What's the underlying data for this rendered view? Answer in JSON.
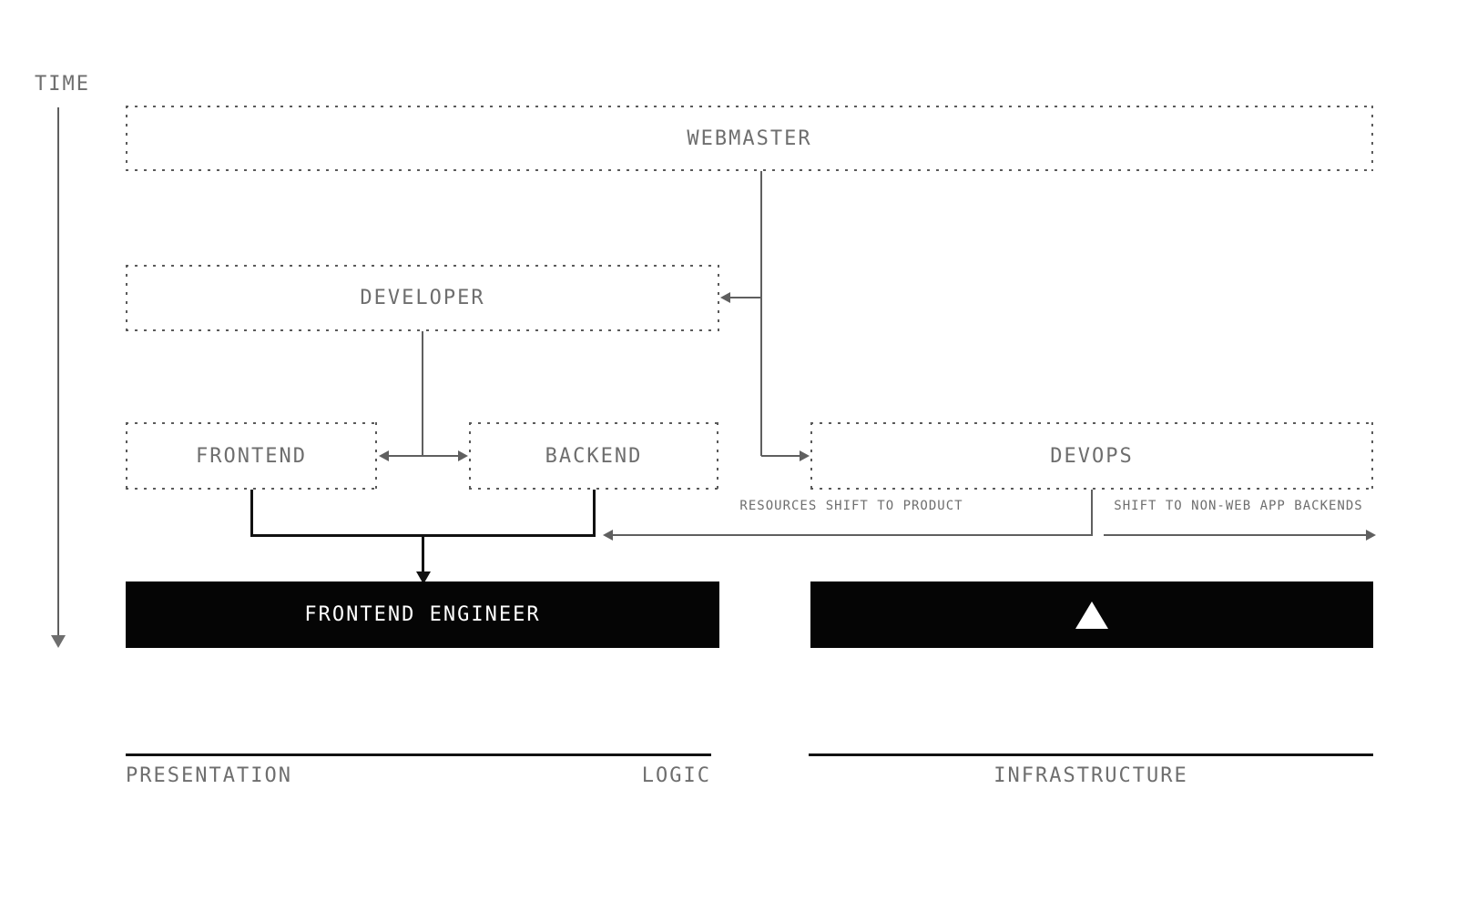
{
  "diagram": {
    "time_label": "TIME",
    "roles": {
      "webmaster": "WEBMASTER",
      "developer": "DEVELOPER",
      "frontend": "FRONTEND",
      "backend": "BACKEND",
      "devops": "DEVOPS",
      "frontend_engineer": "FRONTEND ENGINEER"
    },
    "annotations": {
      "resources_shift": "RESOURCES SHIFT TO PRODUCT",
      "non_web_shift": "SHIFT TO NON-WEB APP BACKENDS"
    },
    "footer": {
      "presentation": "PRESENTATION",
      "logic": "LOGIC",
      "infrastructure": "INFRASTRUCTURE"
    },
    "icons": {
      "time_axis_marker": "arrow-down",
      "infrastructure_marker": "triangle-up"
    },
    "colors": {
      "background": "#ffffff",
      "gray_text": "#6e6e6e",
      "gray_line": "#5f5f5f",
      "dashed_border": "#5a5a5a",
      "black_line": "#111111",
      "box_fill": "#050505",
      "box_text": "#ffffff"
    }
  }
}
